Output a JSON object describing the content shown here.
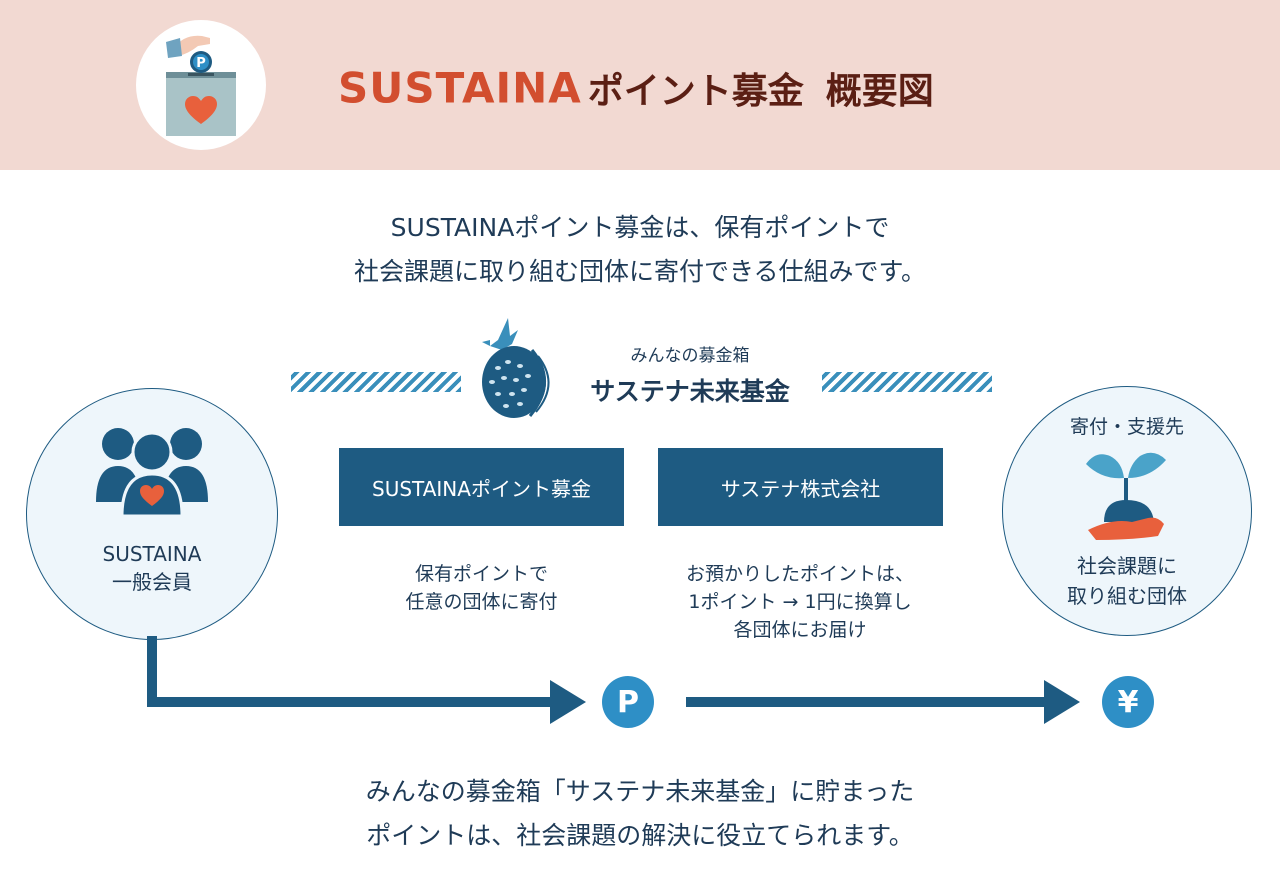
{
  "header": {
    "title_en": "SUSTAINA",
    "title_ja": "ポイント募金",
    "title_suffix": "概要図",
    "logo_badge": "P"
  },
  "intro": {
    "line1": "SUSTAINAポイント募金は、保有ポイントで",
    "line2": "社会課題に取り組む団体に寄付できる仕組みです。"
  },
  "fund": {
    "subtitle": "みんなの募金箱",
    "name": "サステナ未来基金"
  },
  "member": {
    "line1": "SUSTAINA",
    "line2": "一般会員"
  },
  "boxes": {
    "donation": "SUSTAINAポイント募金",
    "company": "サステナ株式会社"
  },
  "descriptions": {
    "donation": [
      "保有ポイントで",
      "任意の団体に寄付"
    ],
    "company": [
      "お預かりしたポイントは、",
      "1ポイント → 1円に換算し",
      "各団体にお届け"
    ]
  },
  "target": {
    "title": "寄付・支援先",
    "line1": "社会課題に",
    "line2": "取り組む団体"
  },
  "tokens": {
    "point": "P",
    "yen": "¥"
  },
  "footer": {
    "line1": "みんなの募金箱「サステナ未来基金」に貯まった",
    "line2": "ポイントは、社会課題の解決に役立てられます。"
  },
  "colors": {
    "header_bg": "#f2d9d2",
    "title_accent": "#d24e2f",
    "title_dark": "#5b1f14",
    "navy": "#1e5b82",
    "text": "#1f3b57",
    "token_blue": "#2e8fc6",
    "heart": "#e8603c",
    "leaf": "#4aa3c9",
    "circle_bg": "#eef6fb"
  },
  "icons": [
    "donation-box-icon",
    "fund-bird-logo-icon",
    "members-group-icon",
    "sprout-hand-icon",
    "arrow-icon"
  ]
}
